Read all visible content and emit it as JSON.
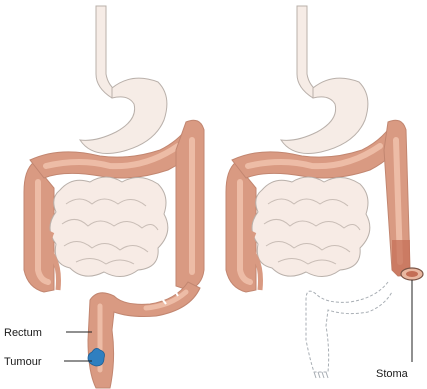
{
  "labels": {
    "rectum": "Rectum",
    "tumour": "Tumour",
    "stoma": "Stoma"
  },
  "colors": {
    "colon_outer": "#d99a82",
    "colon_inner": "#edbca6",
    "stomach": "#f6ece6",
    "small_intestine": "#f7ebe5",
    "outline": "#b9b0aa",
    "tumour": "#2f7fc0",
    "removed_outline": "#a8aeb4",
    "label_line": "#222222"
  }
}
